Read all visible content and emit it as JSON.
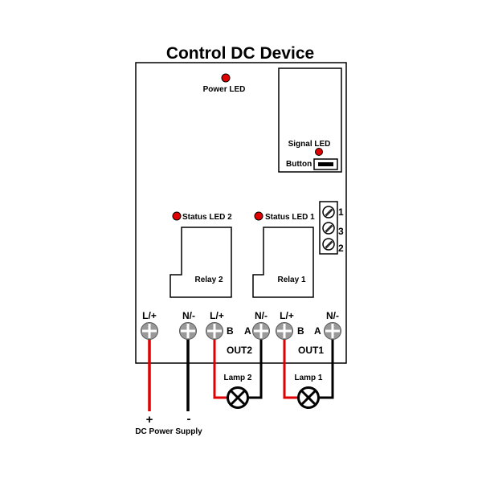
{
  "title": "Control DC Device",
  "power_led_label": "Power LED",
  "signal_led_label": "Signal LED",
  "button_label": "Button",
  "status_led_2_label": "Status LED 2",
  "status_led_1_label": "Status LED 1",
  "relay_2_label": "Relay 2",
  "relay_1_label": "Relay 1",
  "antenna_terminal_labels": [
    "1",
    "3",
    "2"
  ],
  "terminals": {
    "power_l": "L/+",
    "power_n": "N/-",
    "out2_l": "L/+",
    "out2_n": "N/-",
    "out1_l": "L/+",
    "out1_n": "N/-"
  },
  "out2_b": "B",
  "out2_a": "A",
  "out1_b": "B",
  "out1_a": "A",
  "out2_label": "OUT2",
  "out1_label": "OUT1",
  "lamp_2_label": "Lamp 2",
  "lamp_1_label": "Lamp 1",
  "supply_plus": "+",
  "supply_minus": "-",
  "supply_label": "DC Power Supply",
  "colors": {
    "led": "#e00000",
    "positive_wire": "#e00000",
    "negative_wire": "#000000",
    "terminal": "#999999"
  }
}
